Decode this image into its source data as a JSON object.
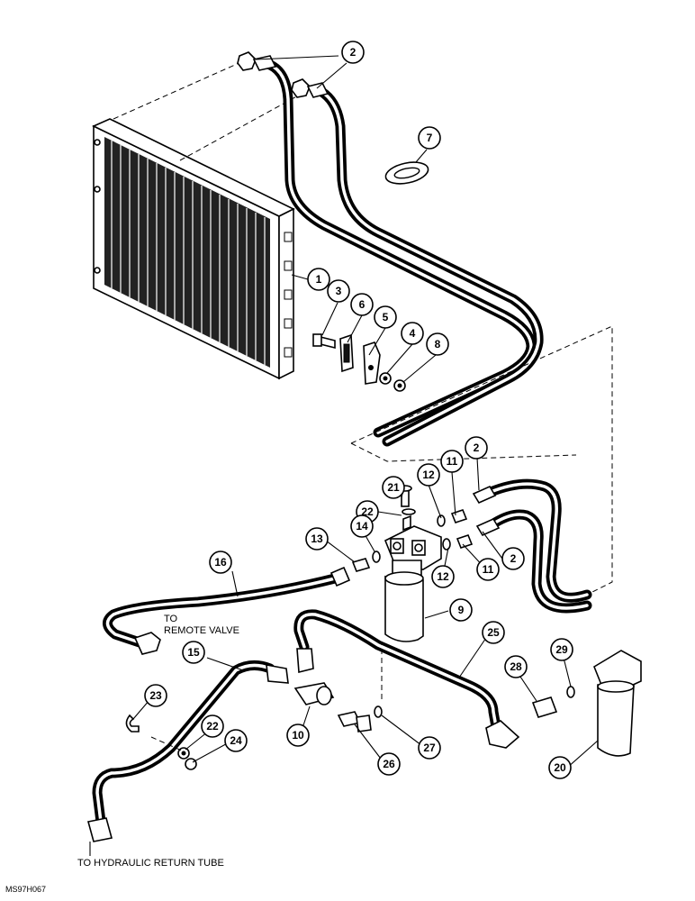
{
  "notes": {
    "remote_valve": "TO\nREMOTE VALVE",
    "remote_valve_line1": "TO",
    "remote_valve_line2": "REMOTE VALVE",
    "hydraulic_return": "TO HYDRAULIC RETURN TUBE",
    "figure_code": "MS97H067"
  },
  "callouts": [
    "2",
    "7",
    "1",
    "3",
    "6",
    "5",
    "4",
    "8",
    "2",
    "11",
    "12",
    "21",
    "22",
    "14",
    "13",
    "12",
    "11",
    "2",
    "16",
    "9",
    "25",
    "15",
    "28",
    "29",
    "23",
    "22",
    "24",
    "10",
    "26",
    "27",
    "20"
  ]
}
